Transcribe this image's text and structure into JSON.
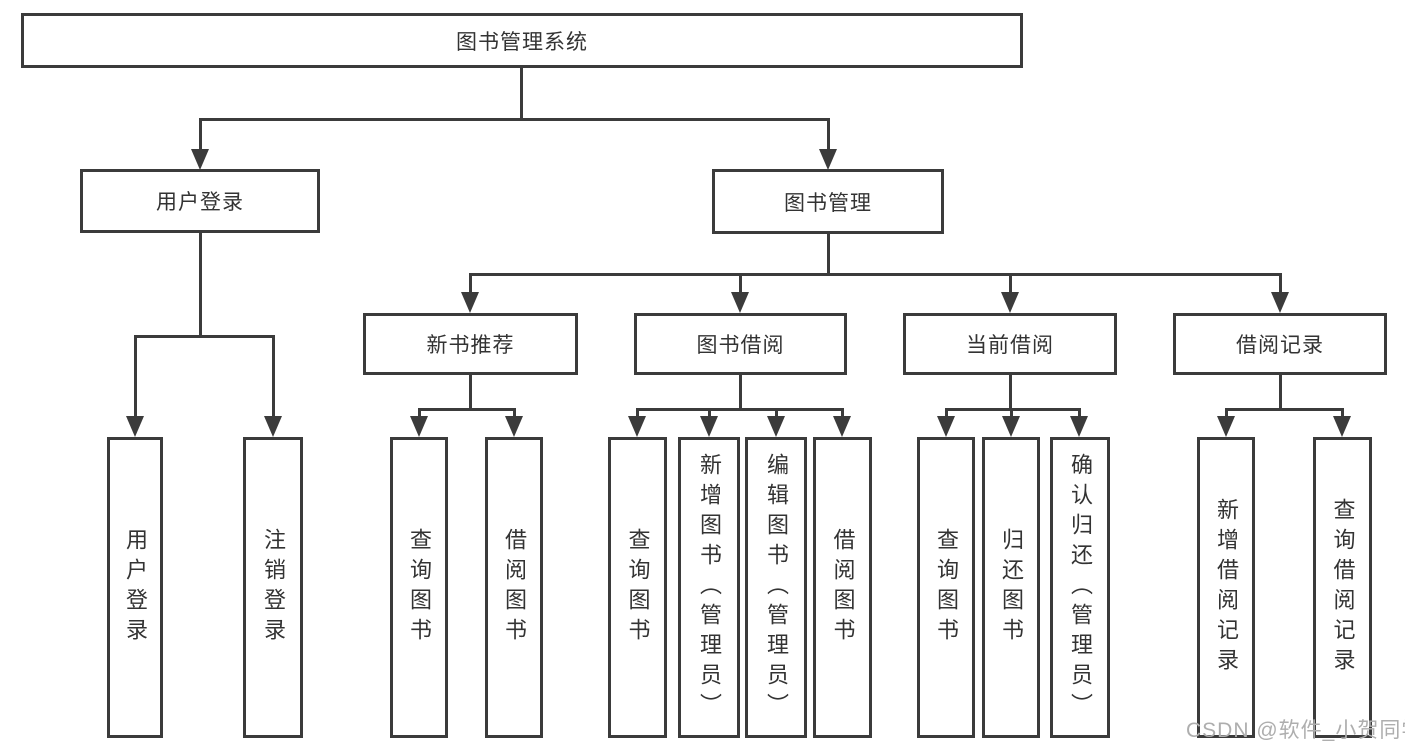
{
  "root": {
    "label": "图书管理系统"
  },
  "branches": {
    "user_login": {
      "label": "用户登录"
    },
    "book_mgmt": {
      "label": "图书管理"
    }
  },
  "sections": {
    "new_book_rec": {
      "label": "新书推荐"
    },
    "book_borrow": {
      "label": "图书借阅"
    },
    "current_borrow": {
      "label": "当前借阅"
    },
    "borrow_record": {
      "label": "借阅记录"
    }
  },
  "leaves": {
    "user_login": {
      "label": "用户登录"
    },
    "logout": {
      "label": "注销登录"
    },
    "rec_query_book": {
      "label": "查询图书"
    },
    "rec_borrow_book": {
      "label": "借阅图书"
    },
    "bb_query_book": {
      "label": "查询图书"
    },
    "bb_add_book": {
      "label": "新增图书（管理员）"
    },
    "bb_edit_book": {
      "label": "编辑图书（管理员）"
    },
    "bb_borrow_book": {
      "label": "借阅图书"
    },
    "cb_query_book": {
      "label": "查询图书"
    },
    "cb_return_book": {
      "label": "归还图书"
    },
    "cb_confirm_return": {
      "label": "确认归还（管理员）"
    },
    "br_add_record": {
      "label": "新增借阅记录"
    },
    "br_query_record": {
      "label": "查询借阅记录"
    }
  },
  "watermark": {
    "text": "CSDN @软件_小贺同学"
  },
  "colors": {
    "line": "#3b3b3b",
    "text": "#333333",
    "watermark": "#aeaeae",
    "background": "#ffffff"
  }
}
